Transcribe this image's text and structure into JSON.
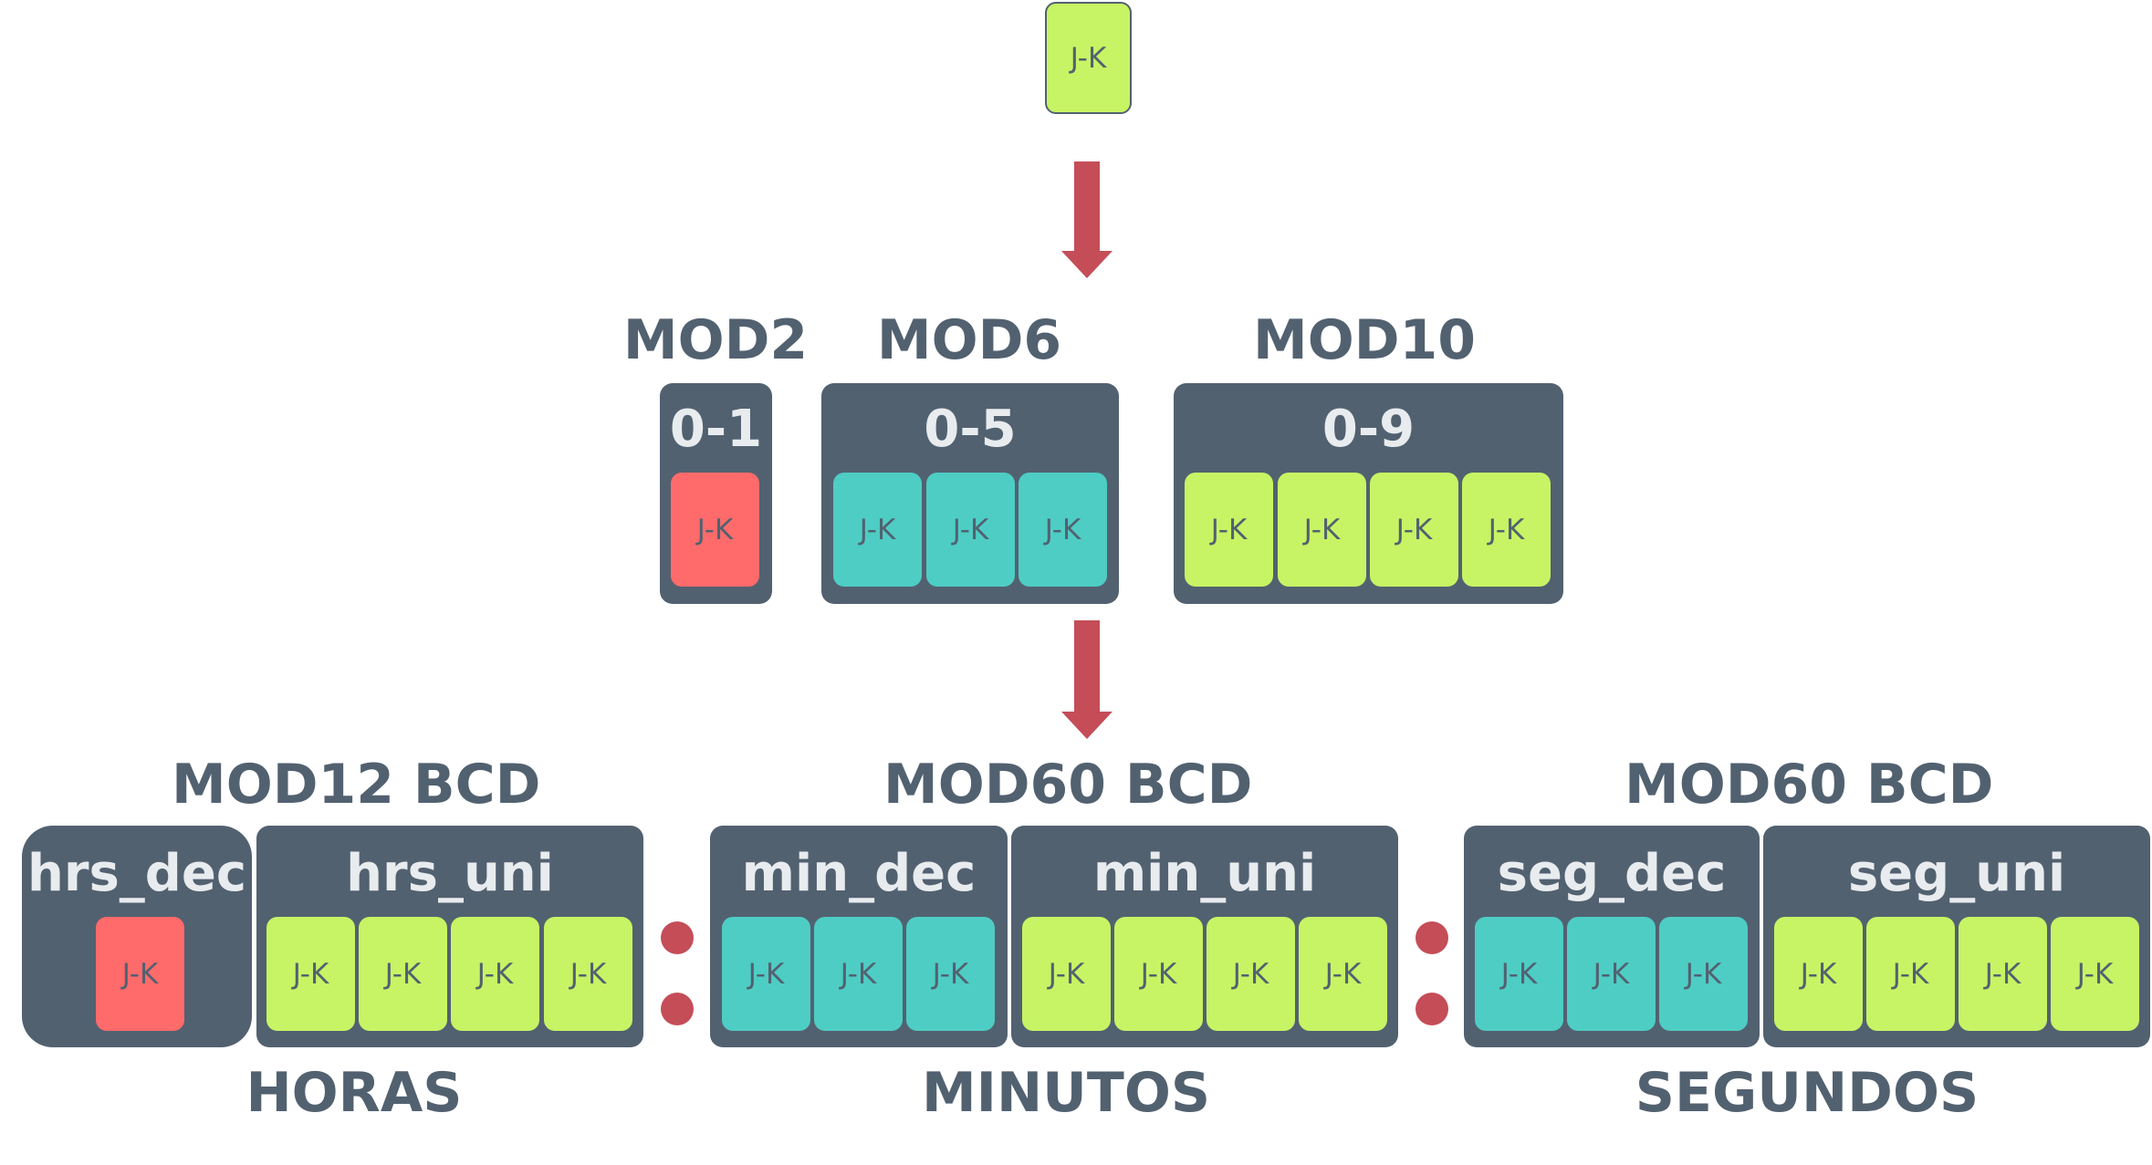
{
  "colors": {
    "dark": "#526170",
    "green": "#c7f464",
    "teal": "#4ecdc4",
    "red": "#ff6b6b",
    "arrow": "#c44d58"
  },
  "flipflop_label": "J-K",
  "top": {
    "ff_label": "J-K"
  },
  "stage2": {
    "mod2": {
      "title": "MOD2",
      "range": "0-1"
    },
    "mod6": {
      "title": "MOD6",
      "range": "0-5"
    },
    "mod10": {
      "title": "MOD10",
      "range": "0-9"
    }
  },
  "stage3": {
    "horas": {
      "title": "MOD12 BCD",
      "dec": "hrs_dec",
      "uni": "hrs_uni",
      "caption": "HORAS"
    },
    "minutos": {
      "title": "MOD60 BCD",
      "dec": "min_dec",
      "uni": "min_uni",
      "caption": "MINUTOS"
    },
    "segundos": {
      "title": "MOD60 BCD",
      "dec": "seg_dec",
      "uni": "seg_uni",
      "caption": "SEGUNDOS"
    }
  }
}
